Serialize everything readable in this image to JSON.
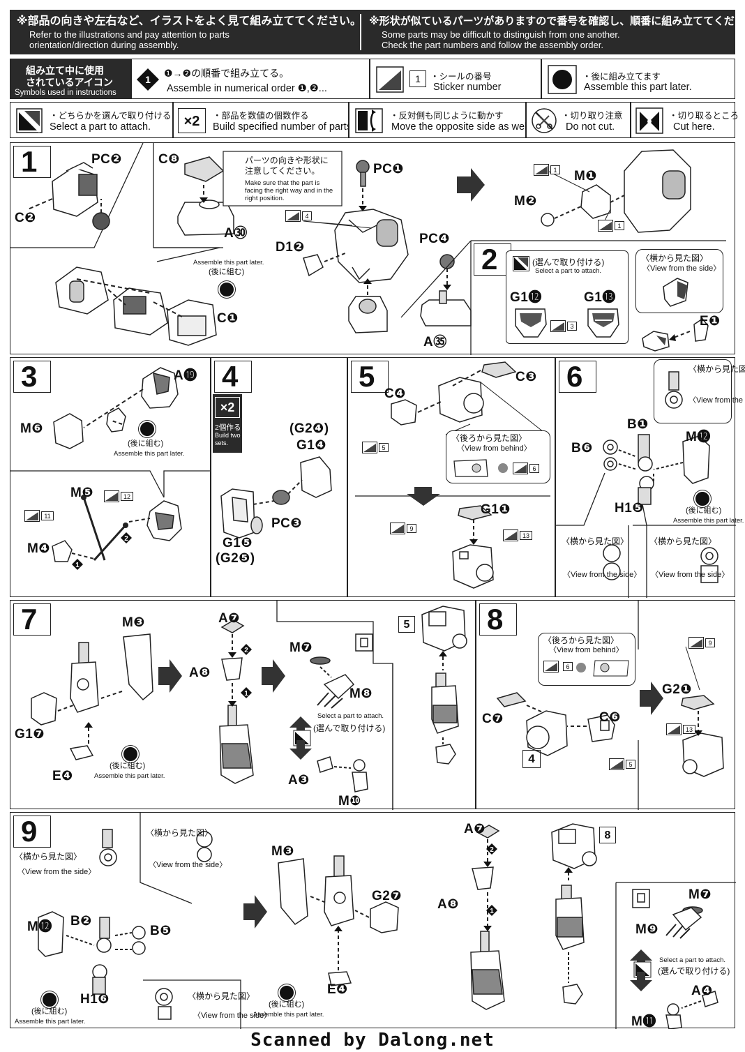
{
  "header": {
    "left_jp": "※部品の向きや左右など、イラストをよく見て組み立ててください。",
    "left_en1": "Refer to the illustrations and pay attention to parts",
    "left_en2": "orientation/direction during assembly.",
    "right_jp": "※形状が似ているパーツがありますので番号を確認し、順番に組み立ててください。",
    "right_en1": "Some parts may be difficult to distinguish from one another.",
    "right_en2": "Check the part numbers and follow the assembly order."
  },
  "legend": {
    "title_jp1": "組み立て中に使用",
    "title_jp2": "されているアイコン",
    "title_en": "Symbols used in instructions",
    "order_jp": "❶→❷の順番で組み立てる。",
    "order_en": "Assemble in numerical order ❶,❷...",
    "sticker_jp": "・シールの番号",
    "sticker_en": "Sticker number",
    "sticker_num": "1",
    "later_jp": "・後に組み立てます",
    "later_en": "Assemble this part later.",
    "select_jp": "・どちらかを選んで取り付ける",
    "select_en": "Select a part to attach.",
    "x2_label": "×2",
    "x2_jp": "・部品を数値の個数作る",
    "x2_en": "Build specified number of parts.",
    "mirror_jp": "・反対側も同じように動かす",
    "mirror_en": "Move the opposite side as well.",
    "nocut_jp": "・切り取り注意",
    "nocut_en": "Do not cut.",
    "cut_jp": "・切り取るところ",
    "cut_en": "Cut here."
  },
  "steps": {
    "s1": {
      "num": "1",
      "parts": [
        "PC❷",
        "C❷",
        "C❽",
        "A㉚",
        "C❶",
        "PC❶",
        "D1❷",
        "PC❹",
        "A㉟",
        "M❶",
        "M❷"
      ],
      "later_jp": "(後に組む)",
      "later_en": "Assemble this part later.",
      "note_jp1": "パーツの向きや形状に",
      "note_jp2": "注意してください。",
      "note_en1": "Make sure that the part is",
      "note_en2": "facing the right way and in the",
      "note_en3": "right position.",
      "stickers": [
        "4",
        "1",
        "1"
      ]
    },
    "s2": {
      "num": "2",
      "select_jp": "(選んで取り付ける)",
      "select_en": "Select a part to attach.",
      "view_jp": "〈横から見た図〉",
      "view_en": "〈View from the side〉",
      "parts": [
        "G1⓬",
        "G1⓭",
        "E❶"
      ],
      "sticker": "3"
    },
    "s3": {
      "num": "3",
      "parts": [
        "A⓳",
        "M❻",
        "M❺",
        "M❹"
      ],
      "later_jp": "(後に組む)",
      "later_en": "Assemble this part later.",
      "stickers": [
        "12",
        "11"
      ]
    },
    "s4": {
      "num": "4",
      "x2": "×2",
      "build_jp": "2個作る",
      "build_en1": "Build two",
      "build_en2": "sets.",
      "parts": [
        "(G2❹)",
        "G1❹",
        "PC❸",
        "G1❺",
        "(G2❺)"
      ]
    },
    "s5": {
      "num": "5",
      "parts": [
        "C❹",
        "C❸",
        "G1❶"
      ],
      "view_jp": "〈後ろから見た図〉",
      "view_en": "〈View from behind〉",
      "stickers": [
        "5",
        "6",
        "9",
        "13"
      ]
    },
    "s6": {
      "num": "6",
      "parts": [
        "B❶",
        "B❻",
        "M⓬",
        "H1❺"
      ],
      "view1_jp": "〈横から見た図〉",
      "view1_en": "〈View from the side〉",
      "view2_jp": "〈横から見た図〉",
      "view2_en": "〈View from the side〉",
      "view3_jp": "〈横から見た図〉",
      "view3_en": "〈View from the side〉",
      "later_jp": "(後に組む)",
      "later_en": "Assemble this part later."
    },
    "s7": {
      "num": "7",
      "parts": [
        "M❸",
        "G1❼",
        "E❹",
        "A❼",
        "A❽",
        "M❼",
        "M❽",
        "A❸",
        "M❿"
      ],
      "later_jp": "(後に組む)",
      "later_en": "Assemble this part later.",
      "select_jp": "(選んで取り付ける)",
      "select_en": "Select a part to attach.",
      "ref": "5"
    },
    "s8": {
      "num": "8",
      "parts": [
        "C❼",
        "C❻",
        "G2❶"
      ],
      "ref": "4",
      "view_jp": "〈後ろから見た図〉",
      "view_en": "〈View from behind〉",
      "stickers": [
        "6",
        "5",
        "9",
        "13"
      ]
    },
    "s9": {
      "num": "9",
      "parts": [
        "M⓬",
        "B❷",
        "B❺",
        "H1❻",
        "M❸",
        "G2❼",
        "E❹",
        "A❼",
        "A❽",
        "M❼",
        "M❾",
        "A❹",
        "M⓫"
      ],
      "view1_jp": "〈横から見た図〉",
      "view1_en": "〈View from the side〉",
      "view2_jp": "〈横から見た図〉",
      "view2_en": "〈View from the side〉",
      "view3_jp": "〈横から見た図〉",
      "view3_en": "〈View from the side〉",
      "later_jp": "(後に組む)",
      "later_en": "Assemble this part later.",
      "select_jp": "(選んで取り付ける)",
      "select_en": "Select a part to attach.",
      "ref": "8"
    }
  },
  "footer": "Scanned by Dalong.net"
}
